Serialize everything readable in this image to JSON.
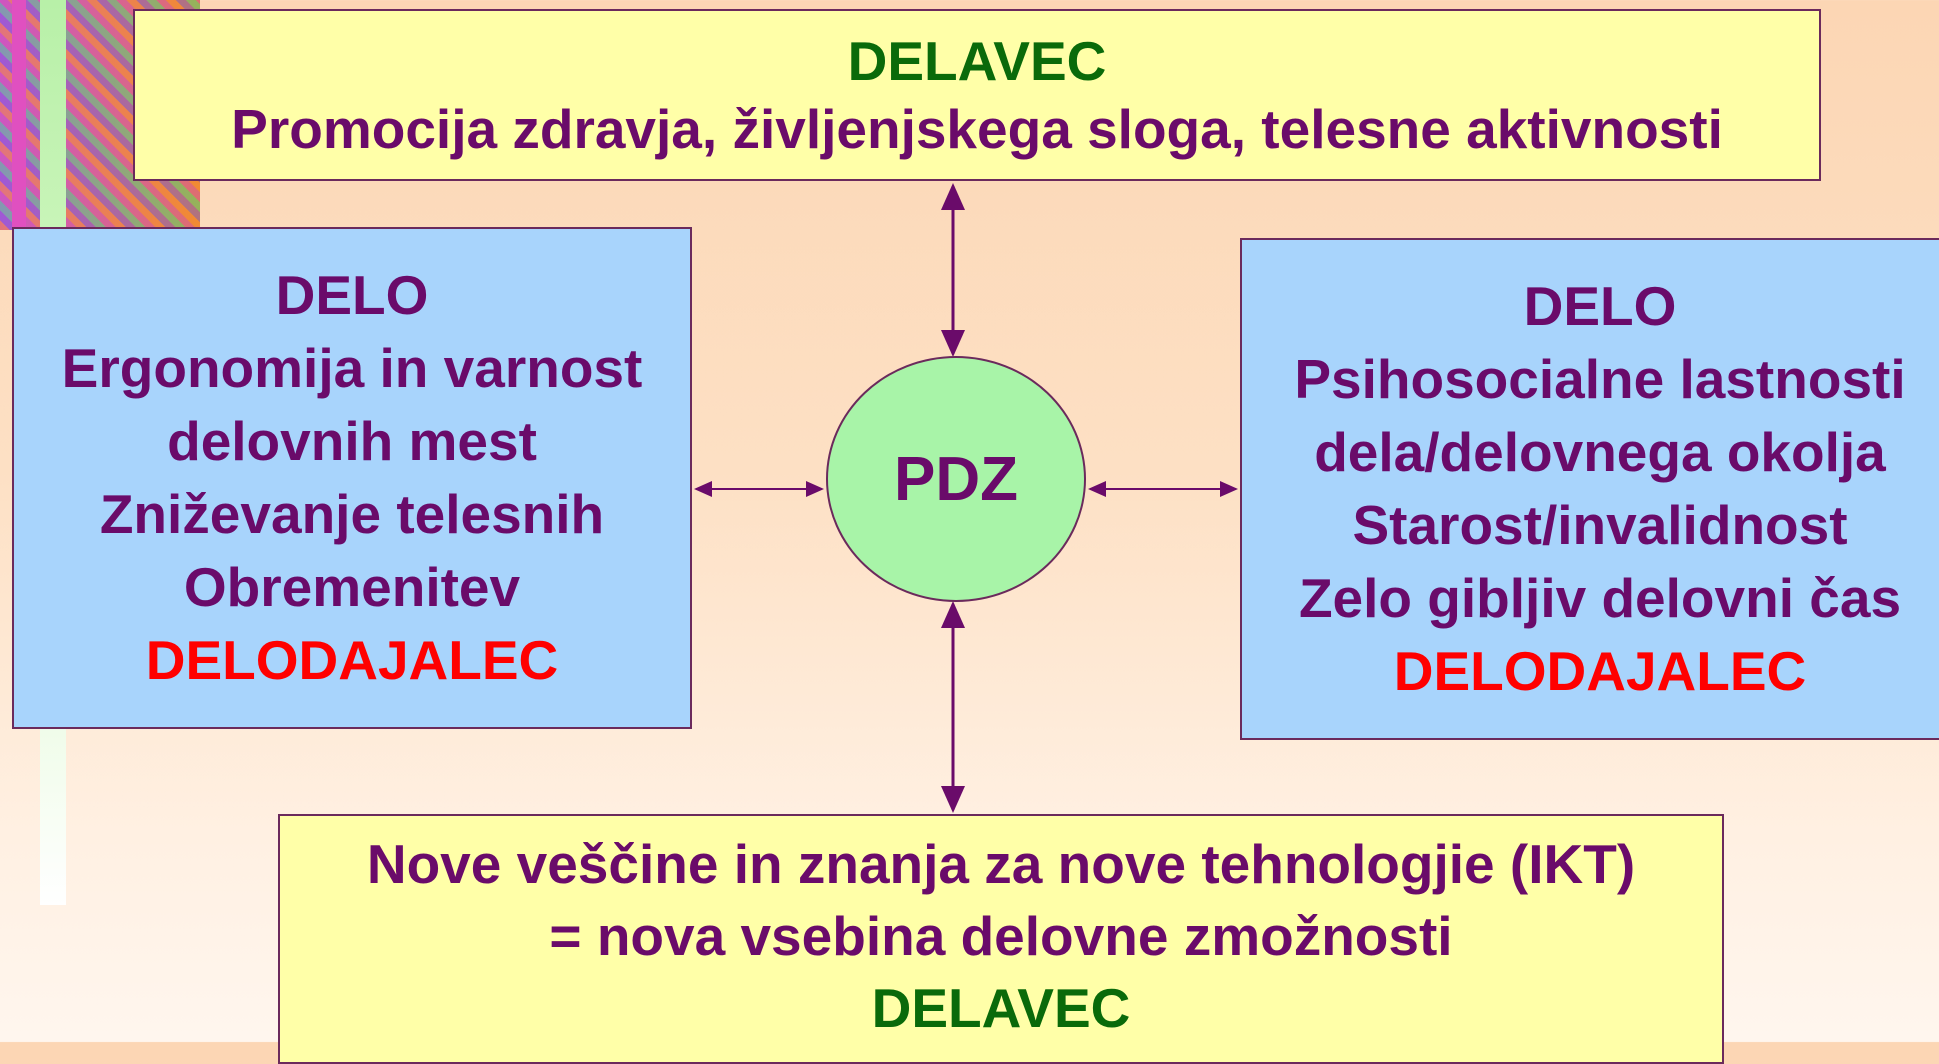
{
  "top_box": {
    "title": "DELAVEC",
    "line1": "Promocija zdravja, življenjskega sloga, telesne aktivnosti"
  },
  "left_box": {
    "title": "DELO",
    "line1": "Ergonomija in varnost",
    "line2": "delovnih mest",
    "line3": "Zniževanje telesnih",
    "line4": "Obremenitev",
    "owner": "DELODAJALEC"
  },
  "center": {
    "label": "PDZ"
  },
  "right_box": {
    "title": "DELO",
    "line1": "Psihosocialne lastnosti",
    "line2": "dela/delovnega okolja",
    "line3": "Starost/invalidnost",
    "line4": "Zelo gibljiv delovni čas",
    "owner": "DELODAJALEC"
  },
  "bottom_box": {
    "line1": "Nove veščine in znanja za nove tehnologjie (IKT)",
    "line2": "= nova vsebina delovne zmožnosti",
    "owner": "DELAVEC"
  },
  "colors": {
    "box_yellow": "#ffffa8",
    "box_blue": "#a8d4fc",
    "circle_green": "#a8f4a8",
    "text_purple": "#6a0b6a",
    "text_green": "#0a6a0a",
    "text_red": "#ff0000"
  }
}
